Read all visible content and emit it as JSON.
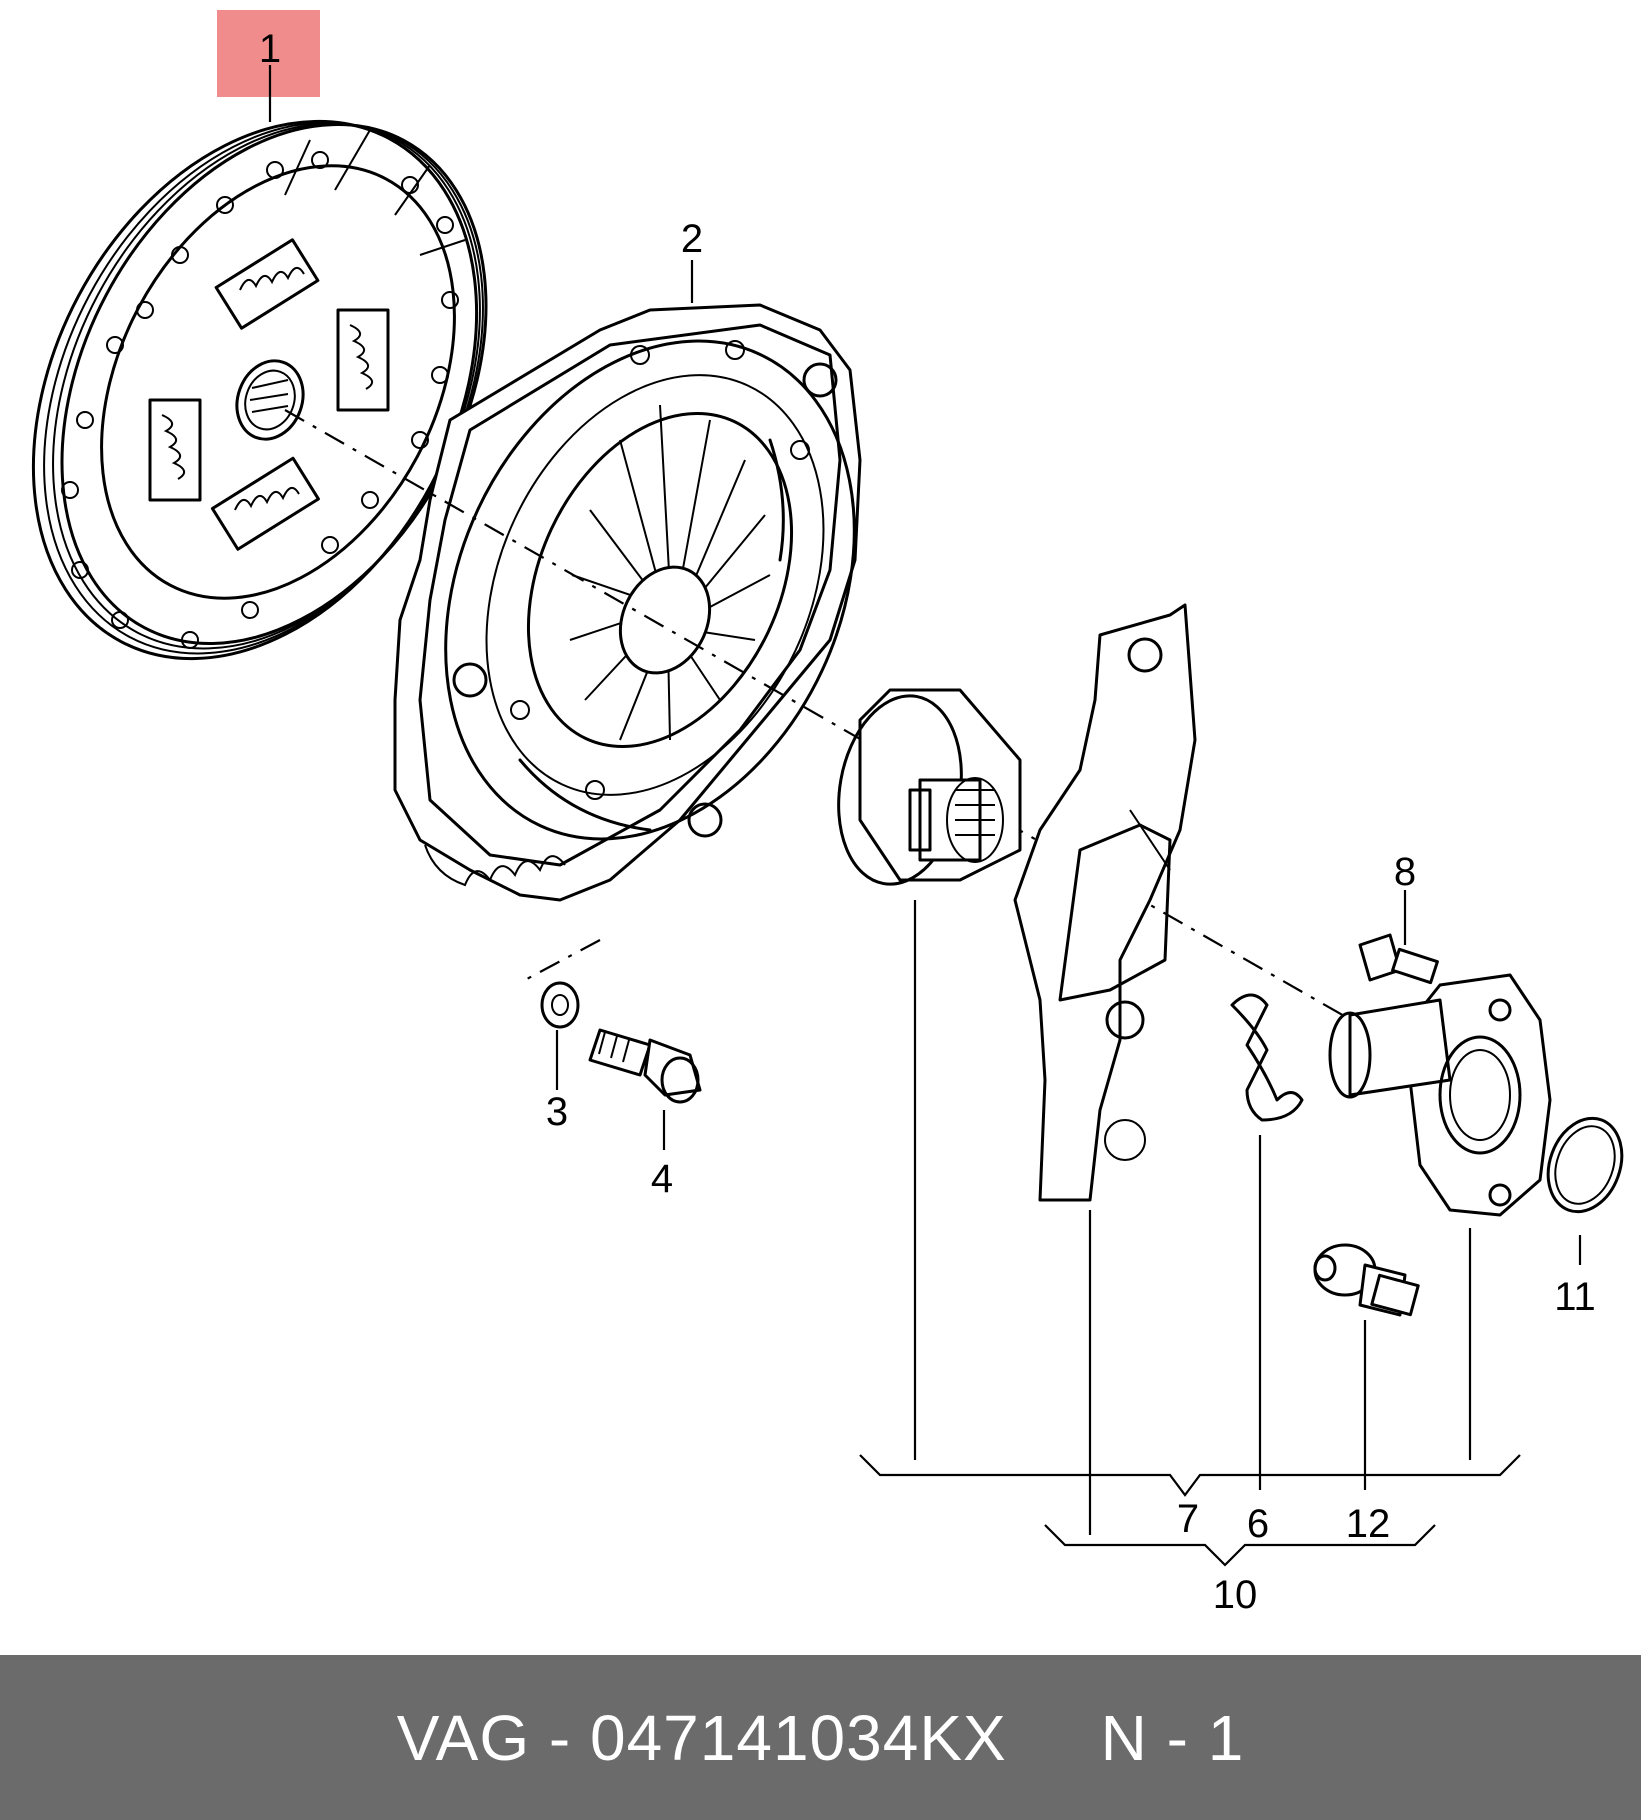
{
  "callouts": {
    "c1": "1",
    "c2": "2",
    "c3": "3",
    "c4": "4",
    "c6": "6",
    "c7": "7",
    "c8": "8",
    "c10": "10",
    "c11": "11",
    "c12": "12"
  },
  "highlight": {
    "color": "#f08c8c",
    "target": "1"
  },
  "footer": {
    "text": "VAG - 047141034KX     N - 1",
    "background": "#6b6b6b",
    "color": "#ffffff"
  }
}
